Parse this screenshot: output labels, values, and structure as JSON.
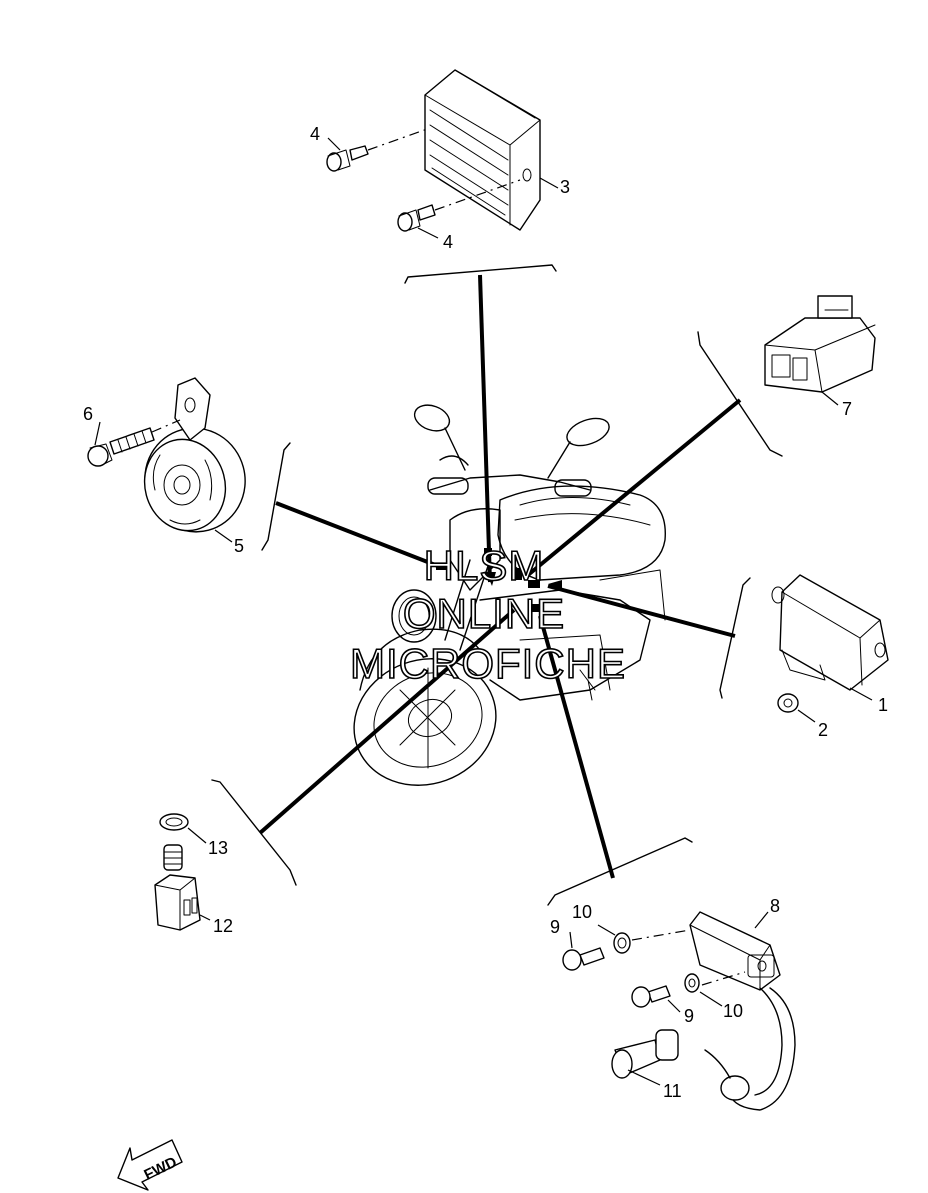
{
  "diagram": {
    "watermark": [
      "HLSM",
      "ONLINE",
      "MICROFICHE"
    ],
    "direction_label": "FWD",
    "callouts": [
      {
        "id": "c1",
        "label": "1"
      },
      {
        "id": "c2",
        "label": "2"
      },
      {
        "id": "c3",
        "label": "3"
      },
      {
        "id": "c4a",
        "label": "4"
      },
      {
        "id": "c4b",
        "label": "4"
      },
      {
        "id": "c5",
        "label": "5"
      },
      {
        "id": "c6",
        "label": "6"
      },
      {
        "id": "c7",
        "label": "7"
      },
      {
        "id": "c8",
        "label": "8"
      },
      {
        "id": "c9a",
        "label": "9"
      },
      {
        "id": "c9b",
        "label": "9"
      },
      {
        "id": "c10a",
        "label": "10"
      },
      {
        "id": "c10b",
        "label": "10"
      },
      {
        "id": "c11",
        "label": "11"
      },
      {
        "id": "c12",
        "label": "12"
      },
      {
        "id": "c13",
        "label": "13"
      }
    ]
  }
}
